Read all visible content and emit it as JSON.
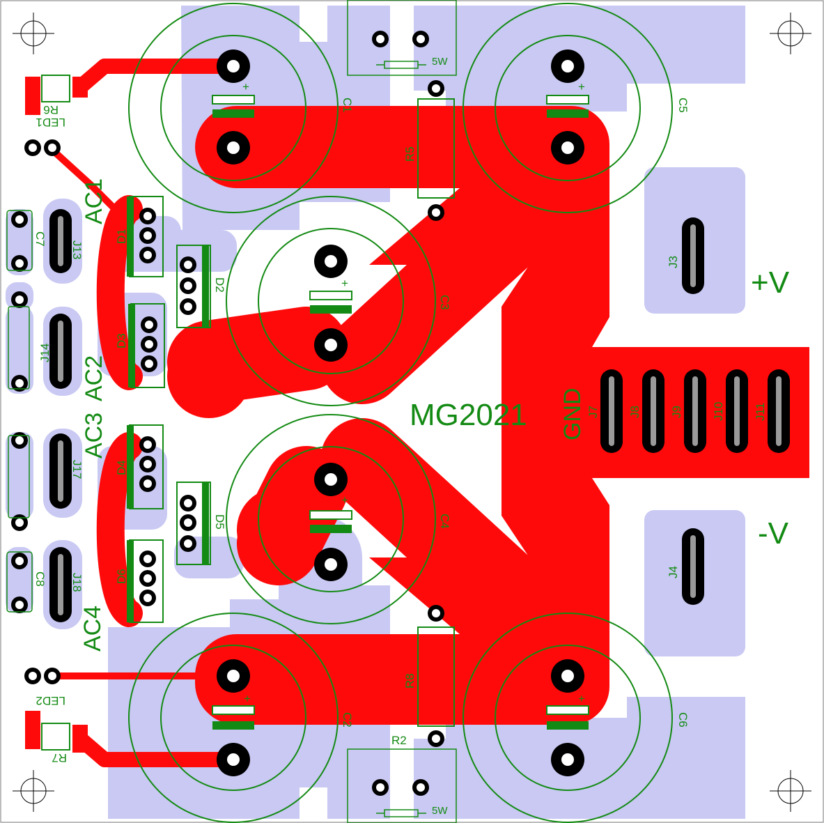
{
  "board": {
    "title": "MG2021",
    "outputs": {
      "positive": "+V",
      "negative": "-V",
      "ground": "GND"
    },
    "ac_inputs": [
      "AC1",
      "AC2",
      "AC3",
      "AC4"
    ]
  },
  "components": {
    "capacitors": [
      "C1",
      "C2",
      "C3",
      "C4",
      "C5",
      "C6",
      "C7",
      "C8"
    ],
    "diodes": [
      "D1",
      "D2",
      "D3",
      "D4",
      "D5",
      "D6"
    ],
    "resistors": [
      "R2",
      "R5",
      "R6",
      "R7",
      "R8"
    ],
    "resistor_rating": "5W",
    "leds": [
      "LED1",
      "LED2"
    ],
    "connectors": [
      "J3",
      "J4",
      "J7",
      "J8",
      "J9",
      "J10",
      "J11",
      "J13",
      "J14",
      "J17",
      "J18"
    ],
    "plus_mark": "+"
  },
  "colors": {
    "top_copper": "#ff0a0a",
    "bottom_copper": "#c9c9f3",
    "silkscreen": "#138a13",
    "pad": "#000000",
    "background": "#ffffff"
  }
}
